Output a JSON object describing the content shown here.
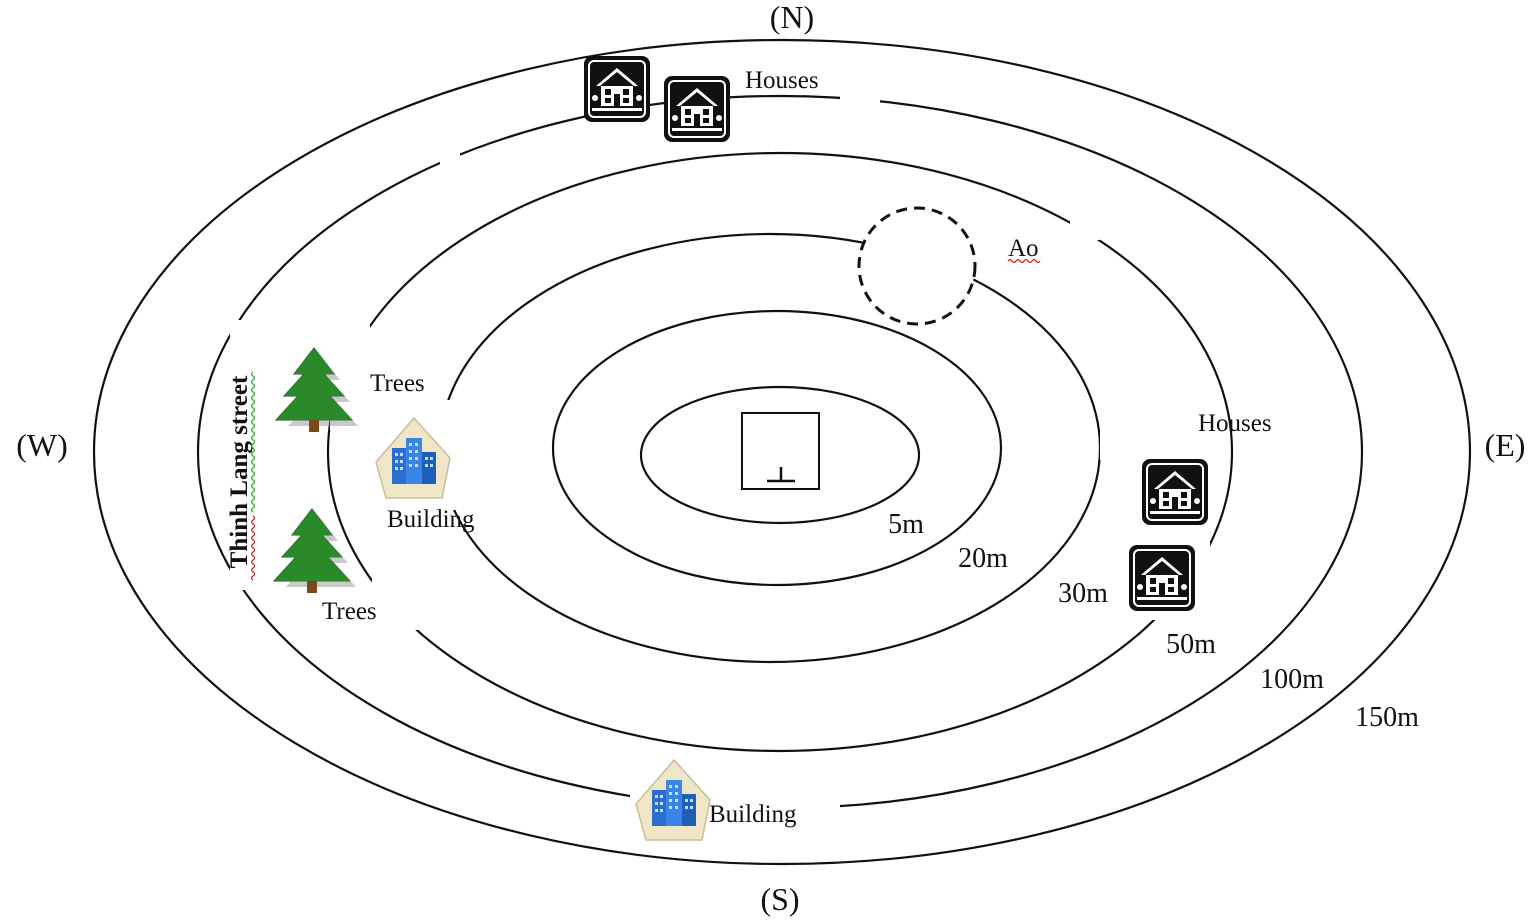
{
  "compass": {
    "north": "(N)",
    "south": "(S)",
    "east": "(E)",
    "west": "(W)"
  },
  "rings": [
    {
      "label": "5m"
    },
    {
      "label": "20m"
    },
    {
      "label": "30m"
    },
    {
      "label": "50m"
    },
    {
      "label": "100m"
    },
    {
      "label": "150m"
    }
  ],
  "features": {
    "houses_north": "Houses",
    "houses_east": "Houses",
    "pond": "Ao",
    "trees_upper": "Trees",
    "trees_lower": "Trees",
    "building_west": "Building",
    "building_south": "Building",
    "street": "Thinh Lang street"
  },
  "icons": {
    "house": "house-icon",
    "tree": "tree-icon",
    "building": "building-icon",
    "pond": "pond-icon",
    "center_point": "sampling-point-icon"
  },
  "colors": {
    "line": "#111111",
    "tree": "#1f7a1f",
    "building": "#2a6fd0",
    "spellcheck_red": "#dd1111",
    "spellcheck_green": "#22aa22"
  }
}
